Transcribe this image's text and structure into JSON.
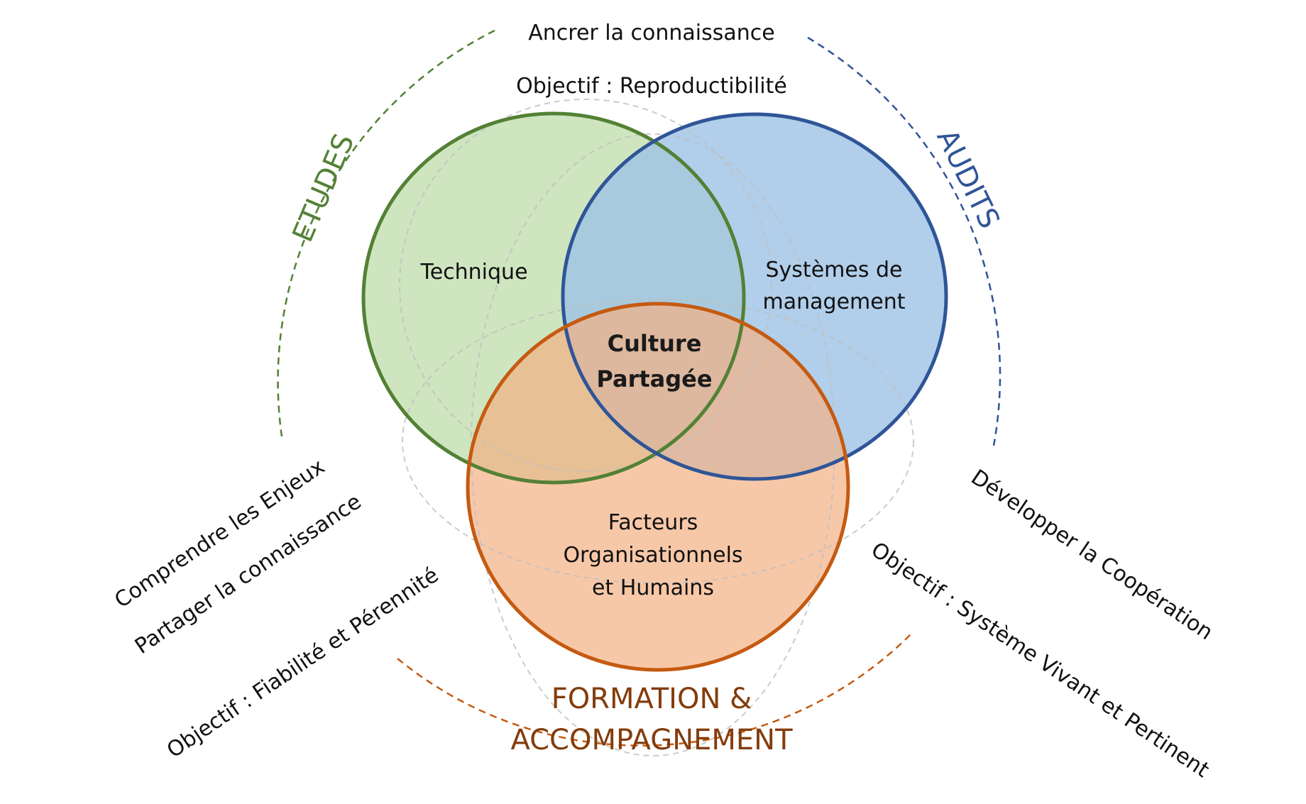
{
  "colors": {
    "etudes": "#538135",
    "etudes_fill": "#c5e0b4",
    "audits": "#2f5597",
    "audits_fill": "#9dc3e6",
    "formation": "#c55a11",
    "formation_fill": "#f4b183",
    "formation_text": "#843c0c",
    "guide": "#bfbfbf"
  },
  "top": {
    "line1": "Ancrer la connaissance",
    "line2": "Objectif : Reproductibilité"
  },
  "etudes": {
    "label": "ETUDES",
    "circle_label": "Technique"
  },
  "audits": {
    "label": "AUDITS",
    "circle_label_line1": "Systèmes de",
    "circle_label_line2": "management"
  },
  "formation": {
    "label_line1": "FORMATION &",
    "label_line2": "ACCOMPAGNEMENT",
    "circle_label_line1": "Facteurs",
    "circle_label_line2": "Organisationnels",
    "circle_label_line3": "et Humains"
  },
  "center": {
    "line1": "Culture",
    "line2": "Partagée"
  },
  "left": {
    "line1": "Comprendre les Enjeux",
    "line2": "Partager la connaissance",
    "line3": "Objectif : Fiabilité et Pérennité"
  },
  "right": {
    "line1": "Développer la Coopération",
    "line2": "Objectif : Système Vivant et Pertinent"
  }
}
